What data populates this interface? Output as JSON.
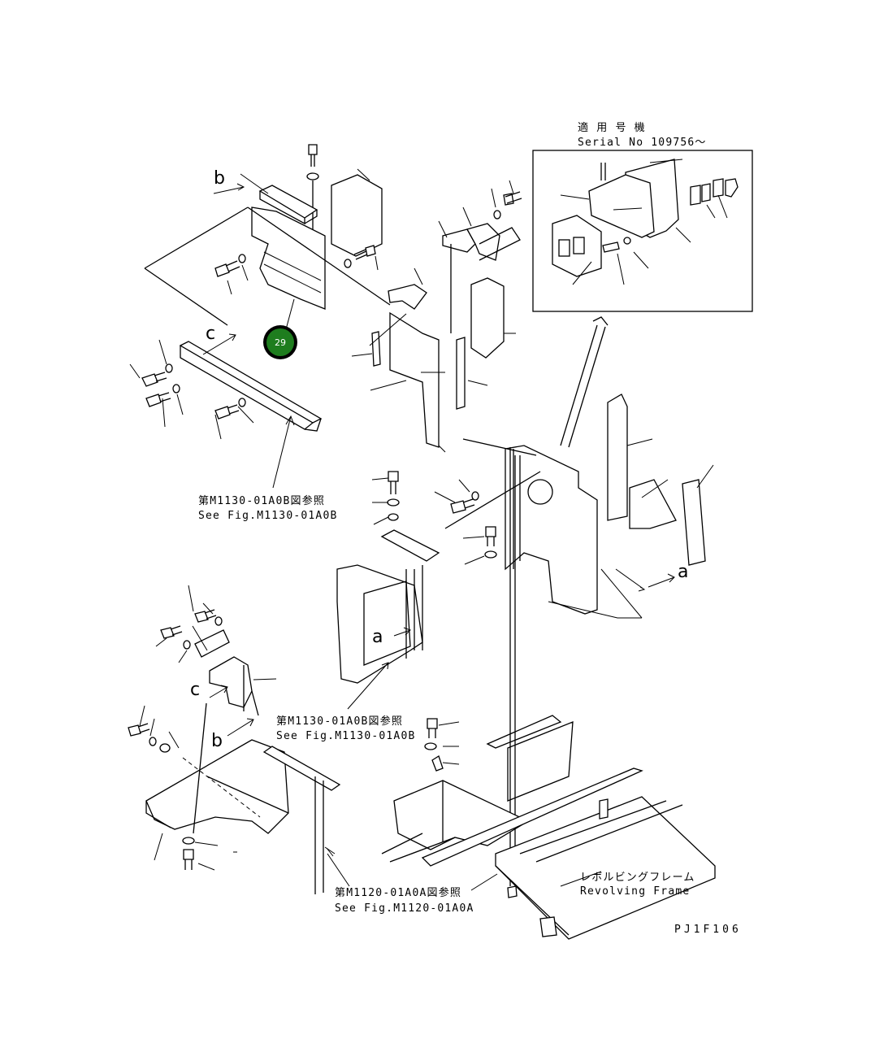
{
  "serial": {
    "label_jp": "適 用 号 機",
    "label_en": "Serial No 109756～"
  },
  "refs": [
    {
      "jp": "第M1130-01A0B図参照",
      "en": "See Fig.M1130-01A0B"
    },
    {
      "jp": "第M1130-01A0B図参照",
      "en": "See Fig.M1130-01A0B"
    },
    {
      "jp": "第M1120-01A0A図参照",
      "en": "See Fig.M1120-01A0A"
    }
  ],
  "frame": {
    "jp": "レボルビングフレーム",
    "en": "Revolving Frame"
  },
  "view_letters": {
    "a1": "a",
    "a2": "a",
    "b1": "b",
    "b2": "b",
    "c1": "c",
    "c2": "c"
  },
  "callout": {
    "number": "29",
    "color": "#1e7d1e"
  },
  "drawing_code": "PJ1F106"
}
